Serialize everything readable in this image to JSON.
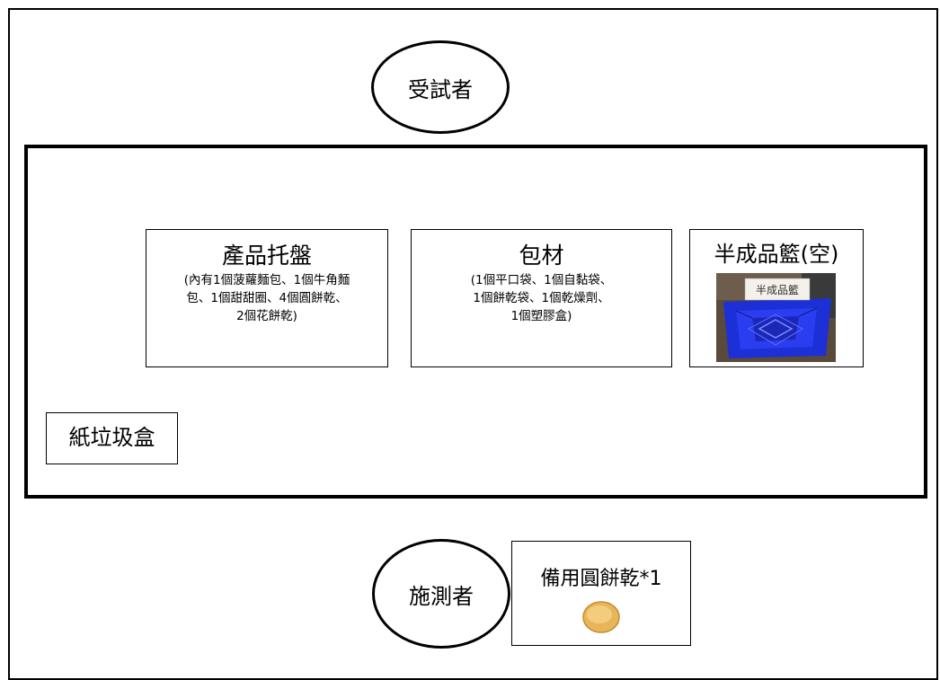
{
  "subject_label": "受試者",
  "tester_label": "施測者",
  "trash_label": "紙垃圾盒",
  "tray": {
    "title": "產品托盤",
    "lines": [
      "(內有1個菠蘿麵包、1個牛角麵",
      "包、1個甜甜圈、4個圓餅乾、",
      "2個花餅乾)"
    ]
  },
  "material": {
    "title": "包材",
    "lines": [
      "(1個平口袋、1個自黏袋、",
      "1個餅乾袋、1個乾燥劑、",
      "1個塑膠盒)"
    ]
  },
  "basket": {
    "title": "半成品籃(空)",
    "sign_text": "半成品籃"
  },
  "spare": {
    "title": "備用圓餅乾*1"
  },
  "colors": {
    "basket_blue": "#1d2fd6",
    "cookie": "#e8b65a"
  }
}
